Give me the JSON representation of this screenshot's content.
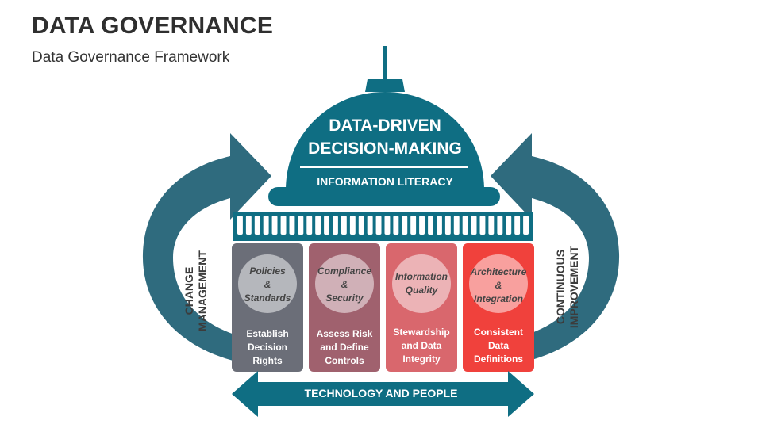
{
  "header": {
    "title": "DATA GOVERNANCE",
    "subtitle": "Data Governance Framework"
  },
  "dome": {
    "line1": "DATA-DRIVEN",
    "line2": "DECISION-MAKING",
    "sub": "INFORMATION LITERACY"
  },
  "left_arrow": {
    "line1": "CHANGE",
    "line2": "MANAGEMENT"
  },
  "right_arrow": {
    "line1": "CONTINUOUS",
    "line2": "IMPROVEMENT"
  },
  "pillars": [
    {
      "circle": [
        "Policies",
        "&",
        "Standards"
      ],
      "desc": [
        "Establish",
        "Decision",
        "Rights"
      ]
    },
    {
      "circle": [
        "Compliance",
        "&",
        "Security"
      ],
      "desc": [
        "Assess Risk",
        "and Define",
        "Controls"
      ]
    },
    {
      "circle": [
        "Information",
        "Quality"
      ],
      "desc": [
        "Stewardship",
        "and Data",
        "Integrity"
      ]
    },
    {
      "circle": [
        "Architecture",
        "&",
        "Integration"
      ],
      "desc": [
        "Consistent",
        "Data",
        "Definitions"
      ]
    }
  ],
  "bottom_arrow": "TECHNOLOGY AND PEOPLE",
  "colors": {
    "teal": "#0f6e83",
    "teal_arrow": "#2f6b7e",
    "pillar1": "#6b6e78",
    "pillar2": "#a0616e",
    "pillar3": "#d9676d",
    "pillar4": "#f0413c"
  }
}
